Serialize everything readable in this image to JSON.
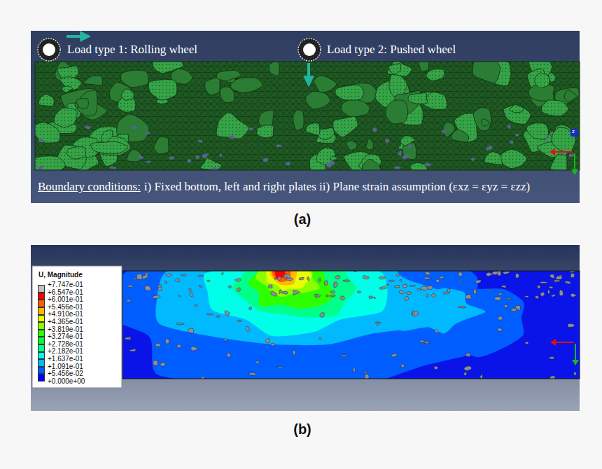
{
  "diagram": {
    "labels": [
      "Load type 1: Rolling wheel",
      "Load type 2: Pushed wheel",
      "Boundary conditions:",
      "i) Fixed bottom, left and right plates ii) Plane strain assumption (εxz = εyz = εzz)",
      "z",
      "(a)",
      "U, Magnitude",
      "+0.000e+00",
      "(b)"
    ],
    "legend": [
      {
        "text": "+7.747e-01",
        "color": "#c0c0c0"
      },
      {
        "text": "+6.547e-01",
        "color": "#ff0000"
      },
      {
        "text": "+6.001e-01",
        "color": "#ff5d00"
      },
      {
        "text": "+5.456e-01",
        "color": "#ffb900"
      },
      {
        "text": "+4.910e-01",
        "color": "#e8ff00"
      },
      {
        "text": "+4.365e-01",
        "color": "#8bff00"
      },
      {
        "text": "+3.819e-01",
        "color": "#2eff00"
      },
      {
        "text": "+3.274e-01",
        "color": "#00ff2e"
      },
      {
        "text": "+2.728e-01",
        "color": "#00ff8b"
      },
      {
        "text": "+2.182e-01",
        "color": "#00ffe8"
      },
      {
        "text": "+1.637e-01",
        "color": "#00b9ff"
      },
      {
        "text": "+1.091e-01",
        "color": "#005dff"
      },
      {
        "text": "+5.456e-02",
        "color": "#0000ff"
      }
    ]
  }
}
